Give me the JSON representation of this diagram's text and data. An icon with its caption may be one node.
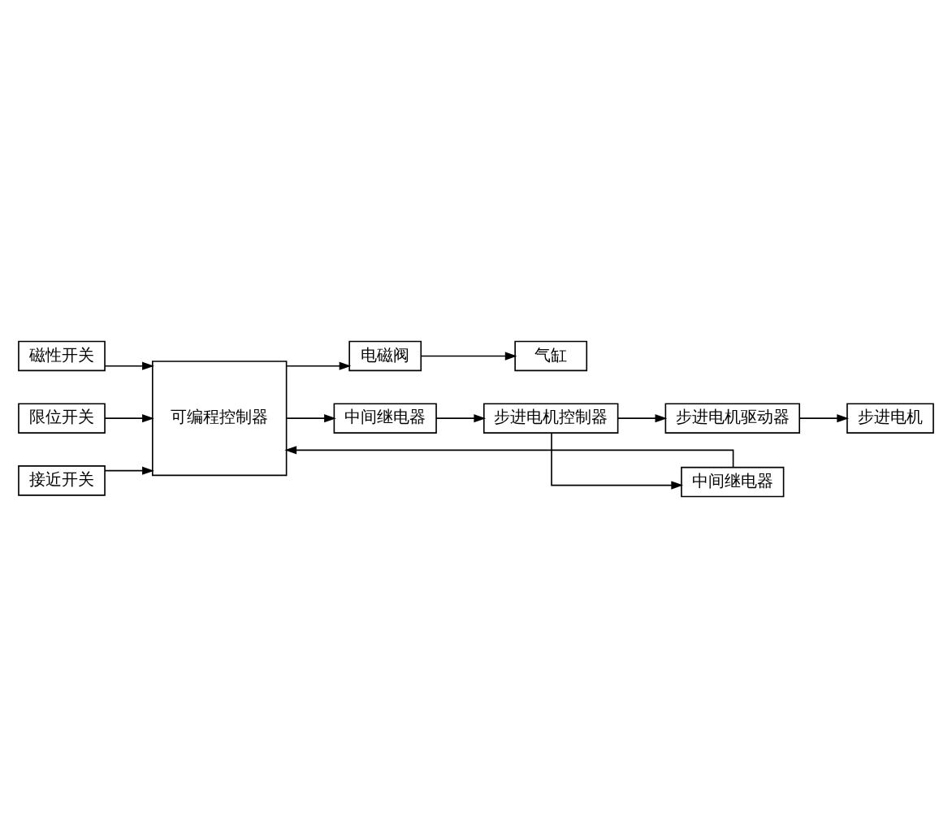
{
  "diagram": {
    "nodes": [
      {
        "text": [
          "电磁阀"
        ]
      },
      {
        "text": [
          "气缸"
        ]
      },
      {
        "text": [
          "磁性开关"
        ]
      },
      {
        "text": [
          "限位开关"
        ]
      },
      {
        "text": [
          "接近开关"
        ]
      },
      {
        "text": [
          "可编程控制器"
        ]
      },
      {
        "text": [
          "中间继电器"
        ]
      },
      {
        "text": [
          "中间继电器"
        ]
      },
      {
        "text": [
          "步进电机控制器"
        ]
      },
      {
        "text": [
          "步进电机"
        ]
      },
      {
        "text": [
          "步进电机驱动器"
        ]
      }
    ],
    "edges": [
      {
        "from": 0,
        "to": 1,
        "arrow": "to"
      },
      {
        "from": 5,
        "to": 0,
        "arrow": "to"
      },
      {
        "from": 2,
        "to": 5,
        "arrow": "to"
      },
      {
        "from": 3,
        "to": 5,
        "arrow": "to"
      },
      {
        "from": 4,
        "to": 5,
        "arrow": "to"
      },
      {
        "from": 5,
        "to": 6,
        "arrow": "to"
      },
      {
        "from": 6,
        "to": 8,
        "arrow": "to"
      },
      {
        "from": 8,
        "to": 7,
        "arrow": "to"
      },
      {
        "from": 7,
        "to": 5,
        "arrow": "to"
      },
      {
        "from": 8,
        "to": 10,
        "arrow": "to"
      },
      {
        "from": 10,
        "to": 9,
        "arrow": "to"
      }
    ]
  }
}
